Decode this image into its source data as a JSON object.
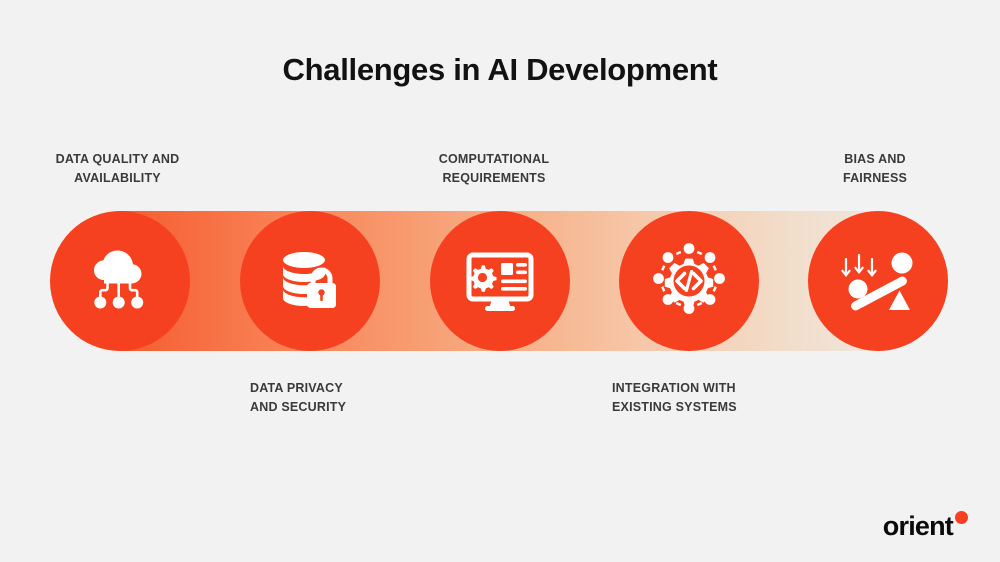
{
  "slide": {
    "title": "Challenges in AI Development",
    "background_color": "#f2f2f2",
    "accent_color": "#f5411f",
    "label_color": "#3a3a3a"
  },
  "band": {
    "gradient_from": "#f5411f",
    "gradient_to": "#eee9e2"
  },
  "items": [
    {
      "label": "DATA QUALITY AND\nAVAILABILITY",
      "icon": "cloud-network-icon",
      "position": "top"
    },
    {
      "label": "DATA PRIVACY\nAND SECURITY",
      "icon": "database-lock-icon",
      "position": "bottom"
    },
    {
      "label": "COMPUTATIONAL\nREQUIREMENTS",
      "icon": "monitor-gear-icon",
      "position": "top"
    },
    {
      "label": "INTEGRATION WITH\nEXISTING SYSTEMS",
      "icon": "gear-code-network-icon",
      "position": "bottom"
    },
    {
      "label": "BIAS AND\nFAIRNESS",
      "icon": "unbalanced-scale-icon",
      "position": "top"
    }
  ],
  "logo": {
    "text": "orient",
    "dot_color": "#f5411f"
  }
}
